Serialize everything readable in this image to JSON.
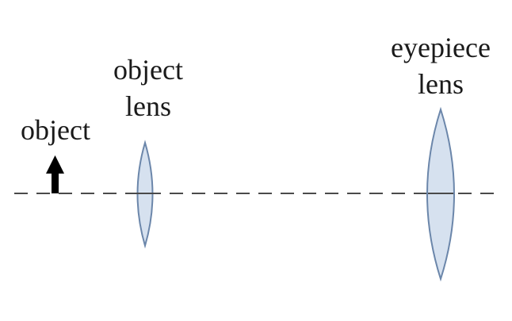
{
  "labels": {
    "object": "object",
    "objective_line1": "object",
    "objective_line2": "lens",
    "eyepiece_line1": "eyepiece",
    "eyepiece_line2": "lens"
  },
  "colors": {
    "background": "#ffffff",
    "text": "#1a1a1a",
    "lens_fill": "#d6e1ef",
    "lens_stroke": "#6b86aa",
    "axis": "#4a4a4a",
    "arrow": "#000000"
  }
}
